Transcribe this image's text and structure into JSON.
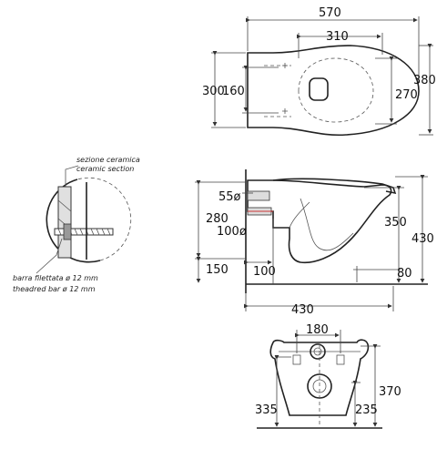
{
  "top_view": {
    "overall_length": "570",
    "seat_opening": "310",
    "bolt_spacing": "160",
    "rear_width": "300",
    "inner_width": "270",
    "overall_width": "380"
  },
  "side_view": {
    "inlet_diameter": "55ø",
    "inlet_height": "280",
    "outlet_diameter": "100ø",
    "floor_offset": "150",
    "outlet_offset": "100",
    "rim_height_inner": "350",
    "rim_height": "430",
    "base_gap": "80",
    "projection": "430"
  },
  "front_view": {
    "bolt_spacing": "180",
    "height_right": "370",
    "left_offset": "335",
    "right_offset": "235"
  },
  "section_detail": {
    "label_ceramic_it": "sezione ceramica",
    "label_ceramic_en": "ceramic section",
    "label_bar_it": "barra filettata ø 12 mm",
    "label_bar_en": "theadred bar ø 12 mm"
  }
}
